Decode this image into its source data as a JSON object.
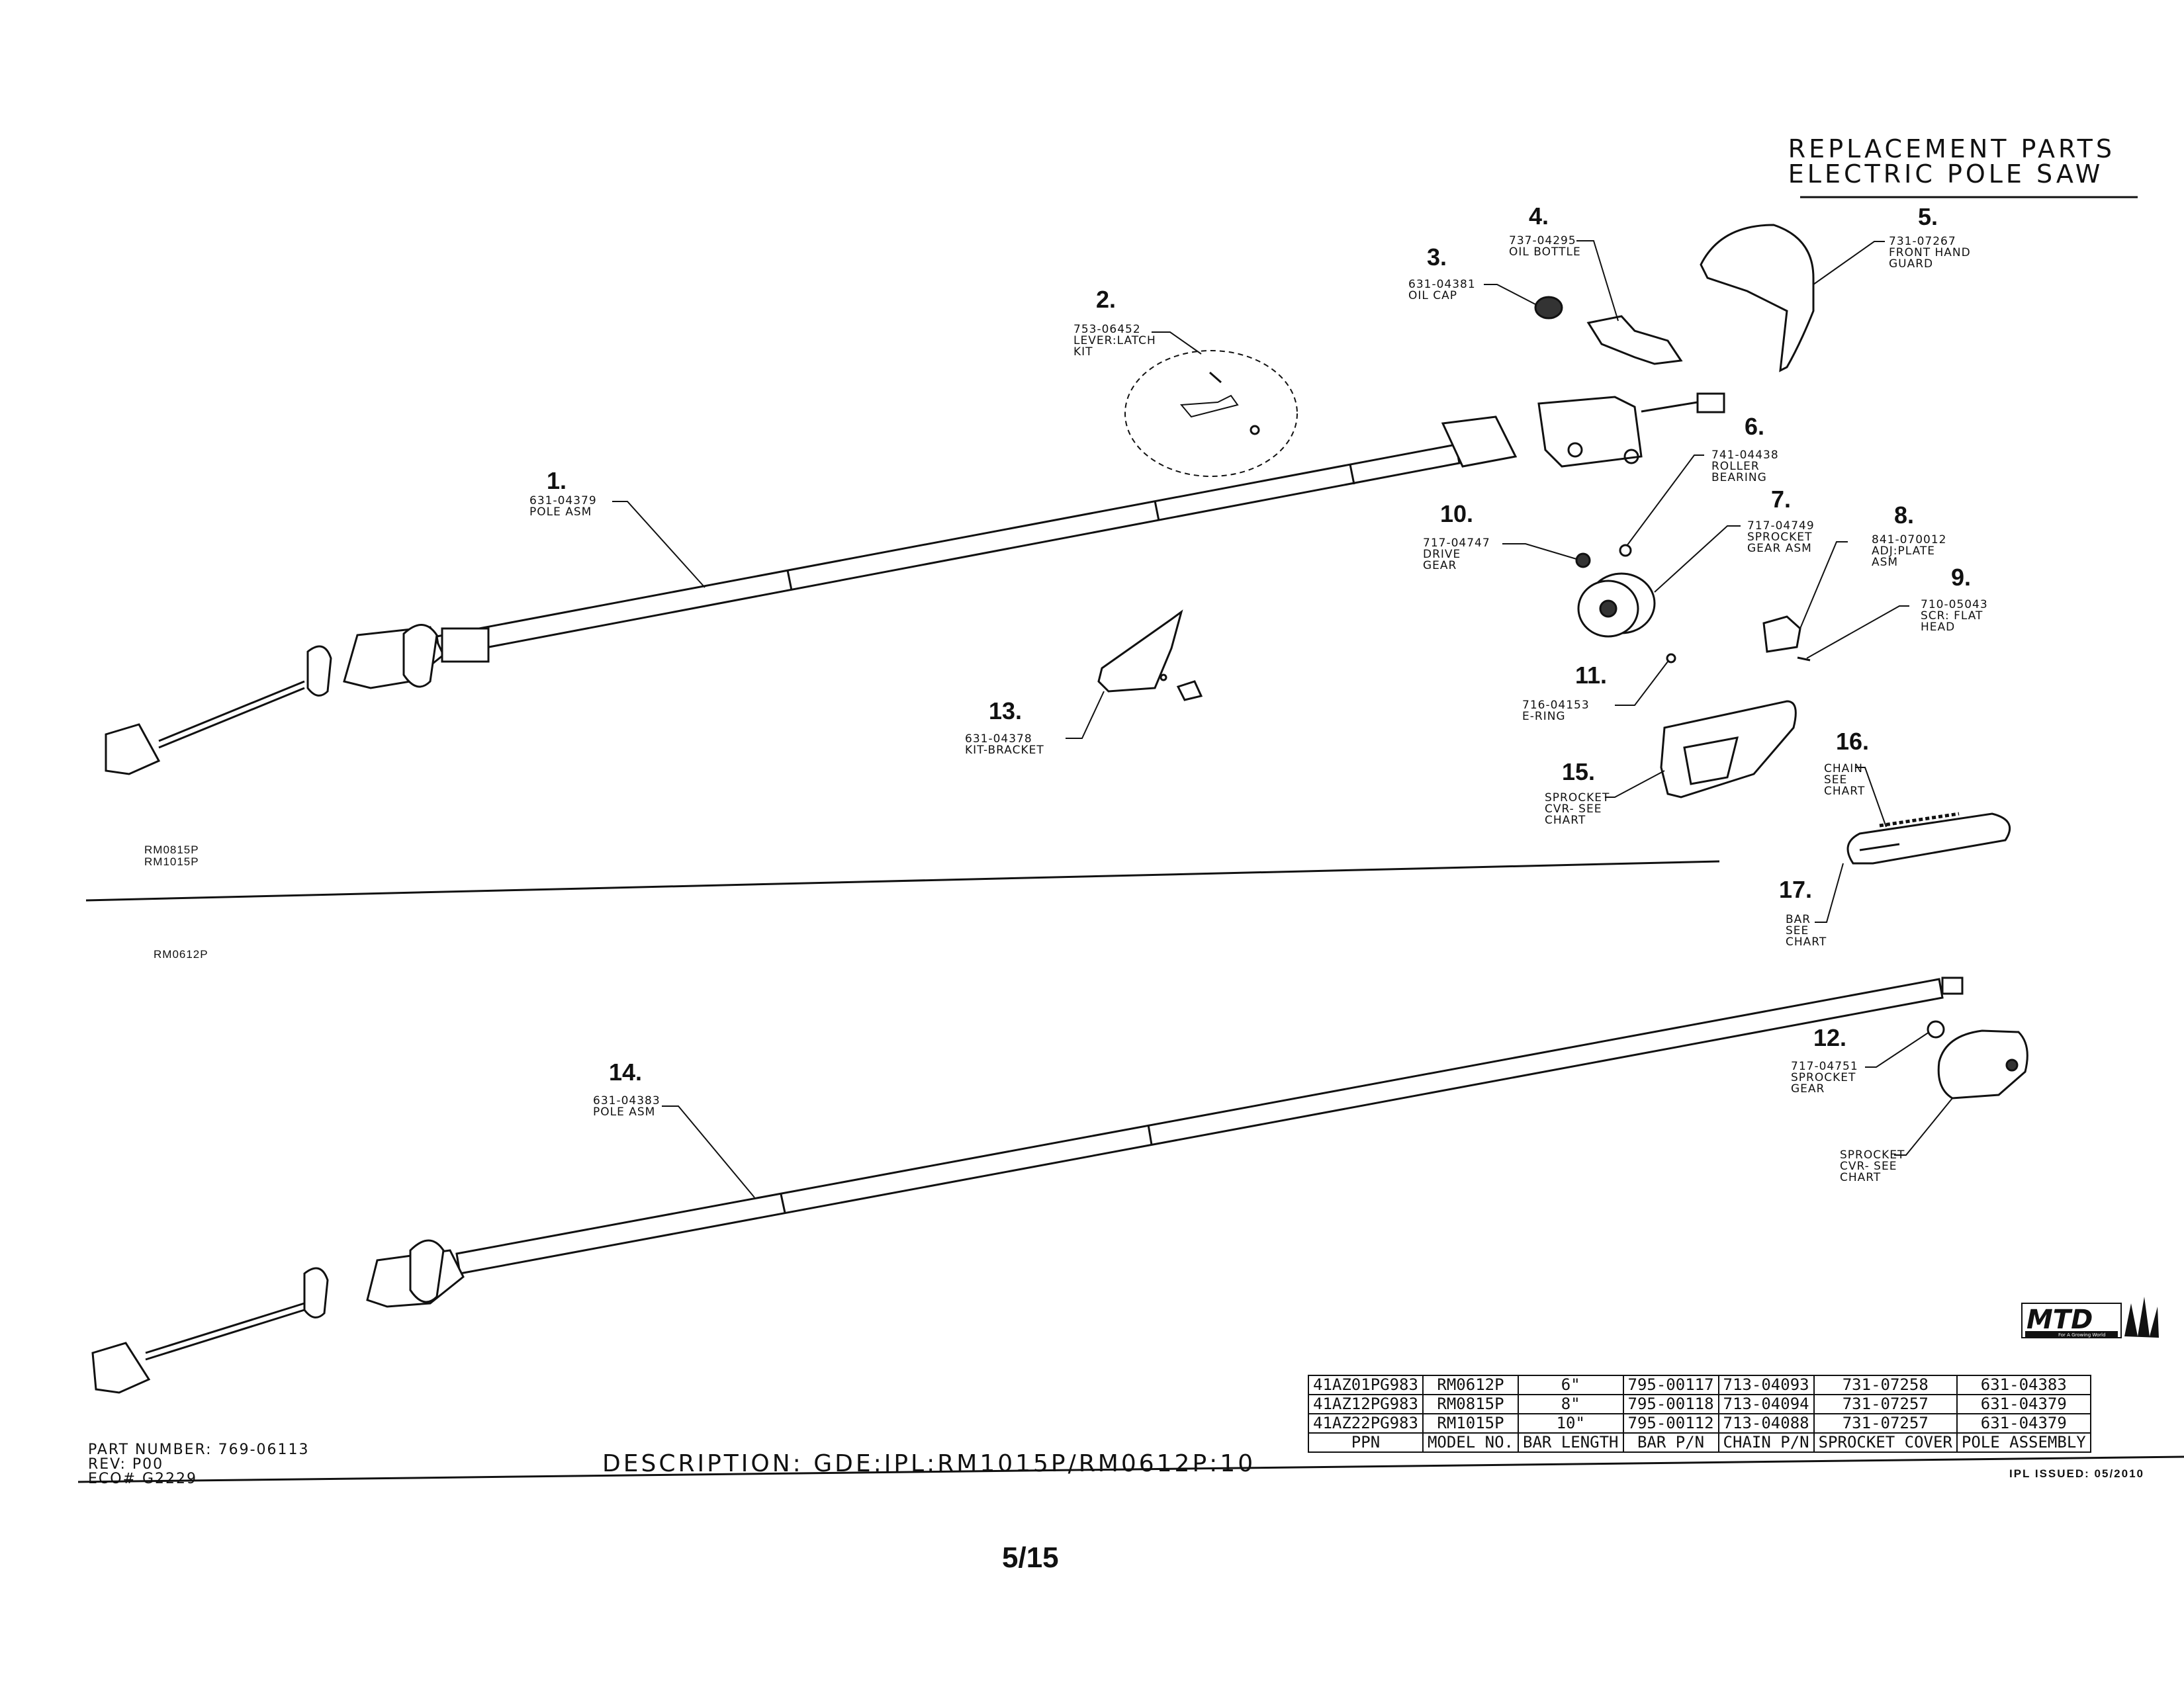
{
  "header": {
    "title_line1": "REPLACEMENT PARTS",
    "title_line2": "ELECTRIC POLE SAW"
  },
  "callouts": [
    {
      "num": "1.",
      "part": "631-04379\nPOLE ASM"
    },
    {
      "num": "2.",
      "part": "753-06452\nLEVER:LATCH\nKIT"
    },
    {
      "num": "3.",
      "part": "631-04381\nOIL CAP"
    },
    {
      "num": "4.",
      "part": "737-04295\nOIL BOTTLE"
    },
    {
      "num": "5.",
      "part": "731-07267\nFRONT HAND\nGUARD"
    },
    {
      "num": "6.",
      "part": "741-04438\nROLLER\nBEARING"
    },
    {
      "num": "7.",
      "part": "717-04749\nSPROCKET\nGEAR ASM"
    },
    {
      "num": "8.",
      "part": "841-070012\nADJ:PLATE\nASM"
    },
    {
      "num": "9.",
      "part": "710-05043\nSCR: FLAT\nHEAD"
    },
    {
      "num": "10.",
      "part": "717-04747\nDRIVE\nGEAR"
    },
    {
      "num": "11.",
      "part": "716-04153\nE-RING"
    },
    {
      "num": "12.",
      "part": "717-04751\nSPROCKET\nGEAR"
    },
    {
      "num": "13.",
      "part": "631-04378\nKIT-BRACKET"
    },
    {
      "num": "14.",
      "part": "631-04383\nPOLE ASM"
    },
    {
      "num": "15.",
      "part": "SPROCKET\nCVR- SEE\nCHART"
    },
    {
      "num": "16.",
      "part": "CHAIN\nSEE\nCHART"
    },
    {
      "num": "17.",
      "part": "BAR\nSEE\nCHART"
    }
  ],
  "extra_label": "SPROCKET\nCVR- SEE\nCHART",
  "models": {
    "upper": "RM0815P\nRM1015P",
    "lower": "RM0612P"
  },
  "reference_table": {
    "rows": [
      [
        "41AZ01PG983",
        "RM0612P",
        "6\"",
        "795-00117",
        "713-04093",
        "731-07258",
        "631-04383"
      ],
      [
        "41AZ12PG983",
        "RM0815P",
        "8\"",
        "795-00118",
        "713-04094",
        "731-07257",
        "631-04379"
      ],
      [
        "41AZ22PG983",
        "RM1015P",
        "10\"",
        "795-00112",
        "713-04088",
        "731-07257",
        "631-04379"
      ]
    ],
    "headers": [
      "PPN",
      "MODEL NO.",
      "BAR LENGTH",
      "BAR P/N",
      "CHAIN P/N",
      "SPROCKET COVER",
      "POLE ASSEMBLY"
    ]
  },
  "footer": {
    "part_number": "PART NUMBER: 769-06113",
    "rev": "REV: P00",
    "eco": "ECO# G2229",
    "description": "DESCRIPTION: GDE:IPL:RM1015P/RM0612P:10",
    "ipl_issued": "IPL ISSUED: 05/2010",
    "page": "5/15"
  },
  "logo": {
    "text": "MTD",
    "tagline": "For A Growing World"
  }
}
